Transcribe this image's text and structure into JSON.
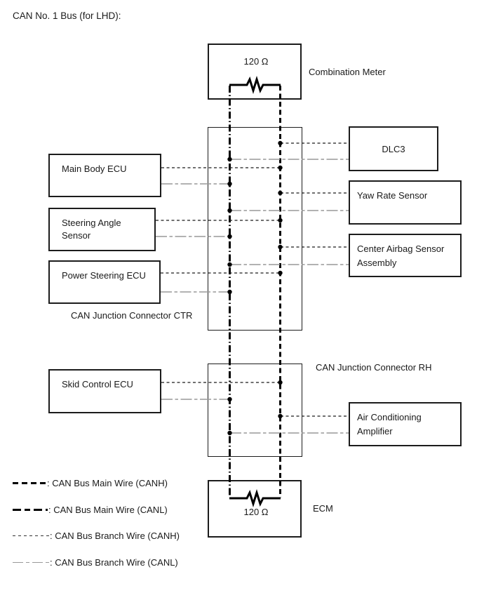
{
  "title": "CAN No. 1 Bus (for LHD):",
  "bus": {
    "terminators": {
      "combination_meter": {
        "label": "Combination Meter",
        "resistor_value": "120 Ω"
      },
      "ecm": {
        "label": "ECM",
        "resistor_value": "120 Ω"
      }
    },
    "junctions": {
      "ctr": {
        "label": "CAN Junction Connector CTR"
      },
      "rh": {
        "label": "CAN Junction Connector RH"
      }
    },
    "left_devices": [
      {
        "label": "Main Body ECU"
      },
      {
        "label": "Steering Angle Sensor"
      },
      {
        "label": "Power Steering ECU"
      },
      {
        "label": "Skid Control ECU"
      }
    ],
    "right_devices": [
      {
        "label": "DLC3"
      },
      {
        "label": "Yaw Rate Sensor"
      },
      {
        "label": "Center Airbag Sensor Assembly"
      },
      {
        "label": "Air Conditioning Amplifier"
      }
    ]
  },
  "legend": [
    {
      "label": ": CAN Bus Main Wire (CANH)",
      "style": "main-canh"
    },
    {
      "label": ": CAN Bus Main Wire (CANL)",
      "style": "main-canl"
    },
    {
      "label": ": CAN Bus Branch Wire (CANH)",
      "style": "branch-canh"
    },
    {
      "label": ": CAN Bus Branch Wire (CANL)",
      "style": "branch-canl"
    }
  ],
  "colors": {
    "background": "#ffffff",
    "wire_main": "#000000",
    "wire_branch_canh": "#1a1a1a",
    "wire_branch_canl": "#999999",
    "box_border": "#1c1c1c"
  }
}
